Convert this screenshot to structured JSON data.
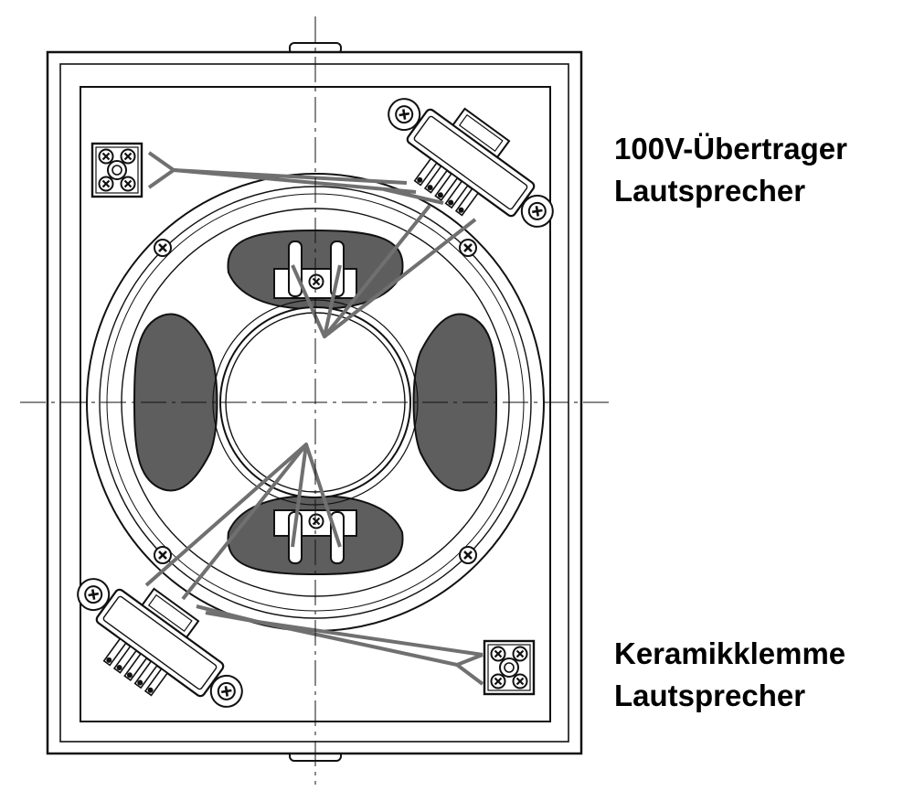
{
  "labels": {
    "transformer_line1": "100V-Übertrager",
    "transformer_line2": "Lautsprecher",
    "ceramic_line1": "Keramikklemme",
    "ceramic_line2": "Lautsprecher"
  },
  "colors": {
    "line": "#111111",
    "cone_fill": "#5e5e5e",
    "wire": "#707070",
    "panel_bg": "#ffffff"
  }
}
